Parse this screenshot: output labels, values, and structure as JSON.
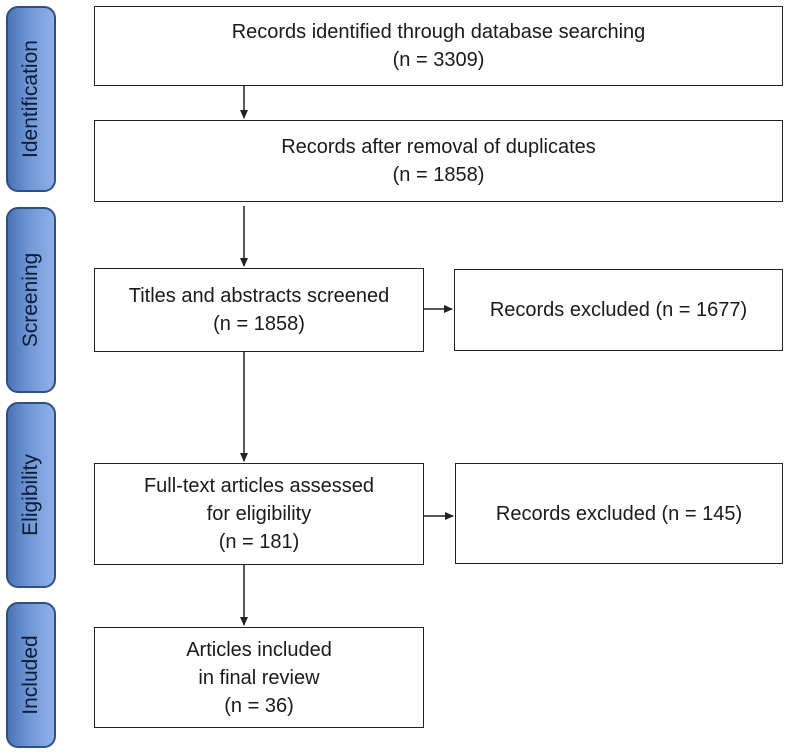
{
  "stages": [
    {
      "id": "identification",
      "label": "Identification"
    },
    {
      "id": "screening",
      "label": "Screening"
    },
    {
      "id": "eligibility",
      "label": "Eligibility"
    },
    {
      "id": "included",
      "label": "Included"
    }
  ],
  "boxes": {
    "identified": {
      "line1": "Records identified through database searching",
      "line2": "(n = 3309)"
    },
    "deduplicated": {
      "line1": "Records after removal of duplicates",
      "line2": "(n = 1858)"
    },
    "screened": {
      "line1": "Titles and abstracts screened",
      "line2": "(n = 1858)"
    },
    "excluded_screening": {
      "line1": "Records excluded (n = 1677)"
    },
    "fulltext": {
      "line1": "Full-text articles assessed",
      "line2": "for eligibility",
      "line3": "(n = 181)"
    },
    "excluded_eligibility": {
      "line1": "Records excluded (n = 145)"
    },
    "included": {
      "line1": "Articles included",
      "line2": "in final review",
      "line3": "(n = 36)"
    }
  },
  "colors": {
    "stage_fill": "#6f97d6",
    "stage_border": "#2f4f84",
    "box_border": "#222222",
    "arrow": "#222222"
  }
}
